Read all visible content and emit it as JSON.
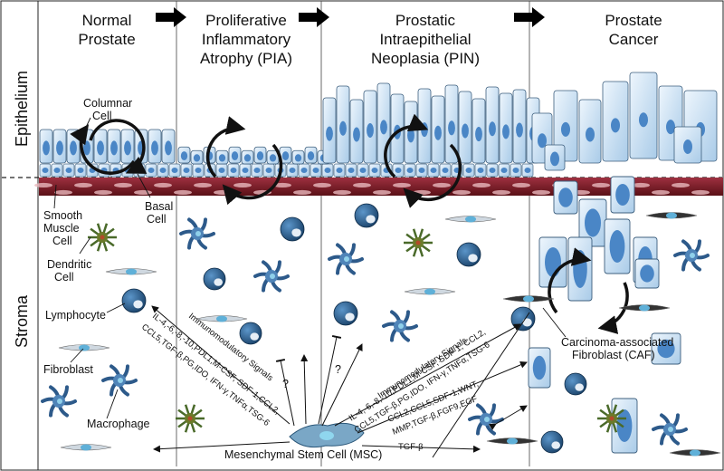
{
  "stages": [
    {
      "line1": "Normal",
      "line2": "Prostate",
      "line3": ""
    },
    {
      "line1": "Proliferative",
      "line2": "Inflammatory",
      "line3": "Atrophy (PIA)"
    },
    {
      "line1": "Prostatic",
      "line2": "Intraepithelial",
      "line3": "Neoplasia (PIN)"
    },
    {
      "line1": "Prostate",
      "line2": "Cancer",
      "line3": ""
    }
  ],
  "side_labels": {
    "epithelium": "Epithelium",
    "stroma": "Stroma"
  },
  "cell_labels": {
    "columnar_1": "Columnar",
    "columnar_2": "Cell",
    "smooth_1": "Smooth",
    "smooth_2": "Muscle",
    "smooth_3": "Cell",
    "basal_1": "Basal",
    "basal_2": "Cell",
    "dendritic_1": "Dendritic",
    "dendritic_2": "Cell",
    "lymphocyte": "Lymphocyte",
    "fibroblast": "Fibroblast",
    "macrophage": "Macrophage",
    "msc": "Mesenchymal Stem Cell (MSC)",
    "caf_1": "Carcinoma-associated",
    "caf_2": "Fibroblast (CAF)"
  },
  "signals": {
    "left_title": "Immunomodulatory Signals",
    "left_line1": "IL-4,-6,-8,-10,PDL1,M-CSF, SDF-1,CCL2,",
    "left_line2": "CCL5,TGF-β,PG,IDO, IFN-γ,TNFα,TSG-6",
    "right_title": "Immunomodulatory Signals",
    "right_line1": "IL-4,-6,-8,-10,PDL1,M-CSF, SDF-1, CCL2,",
    "right_line2": "CCL5,TGF-β,PG,IDO, IFN-γ,TNFα,TSG-6",
    "caf_line1": "CCL2,CCL5,SDF-1,WNT,",
    "caf_line2": "MMP,TGF-β,FGF9,EGF",
    "tgf": "TGF-β",
    "question": "?"
  },
  "colors": {
    "cell_fill": "#cfe4f5",
    "nucleus": "#4a86c6",
    "muscle": "#7a1a22",
    "lymphocyte": "#1e5a8c",
    "macrophage": "#2d5a8a",
    "dendritic": "#4a6a2a"
  }
}
